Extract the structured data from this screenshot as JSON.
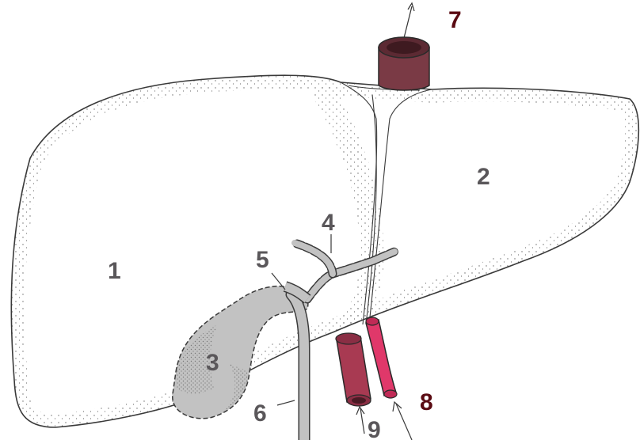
{
  "labels": {
    "l1": "1",
    "l2": "2",
    "l3": "3",
    "l4": "4",
    "l5": "5",
    "l6": "6",
    "l7": "7",
    "l8": "8",
    "l9": "9"
  },
  "colors": {
    "outline": "#3a3a3a",
    "stipple": "#6b6b6b",
    "gallbladder": "#c2c2c2",
    "vein": "#7a3a45",
    "portal_vein": "#a83a52",
    "artery": "#e0386a",
    "label_gray": "#5a575a",
    "label_dark_red": "#5a0a12"
  }
}
